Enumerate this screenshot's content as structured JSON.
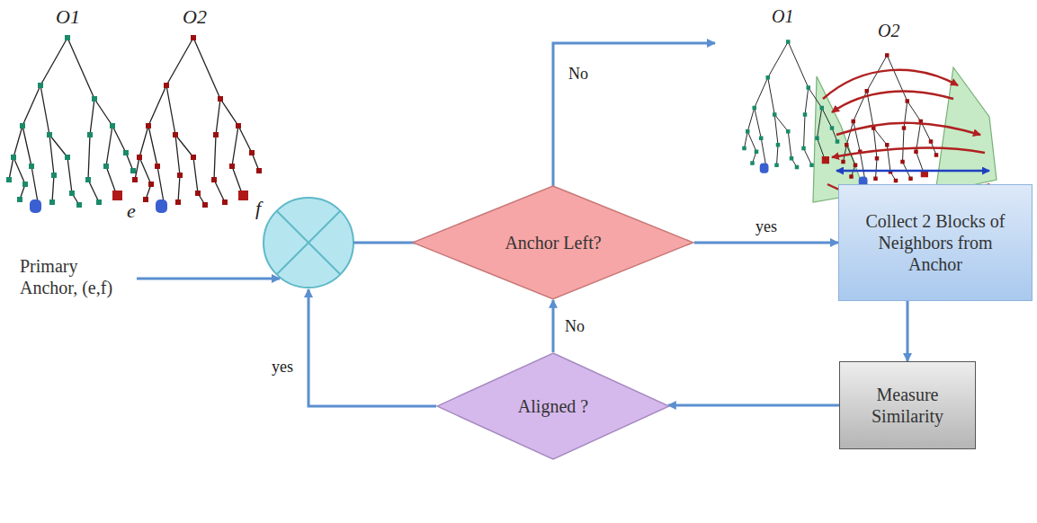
{
  "diagram": {
    "nodes": [
      {
        "text": [
          "Anchor Left?"
        ]
      },
      {
        "text": [
          "Collect 2 Blocks of Neighbors from Anchor"
        ]
      },
      {
        "text": [
          "Measure Similarity"
        ]
      },
      {
        "text": [
          "Aligned ?"
        ]
      }
    ],
    "edges": [
      {
        "from": 0,
        "to": 1,
        "arrow": "to",
        "label": "yes"
      },
      {
        "from": 1,
        "to": 2,
        "arrow": "to"
      },
      {
        "from": 2,
        "to": 3,
        "arrow": "to"
      },
      {
        "from": 3,
        "to": 0,
        "arrow": "to",
        "label": "No"
      }
    ],
    "labels": [
      "O1",
      "O2",
      "e",
      "f",
      "O1",
      "O2",
      "Primary Anchor, (e,f)",
      "No",
      "yes"
    ]
  }
}
